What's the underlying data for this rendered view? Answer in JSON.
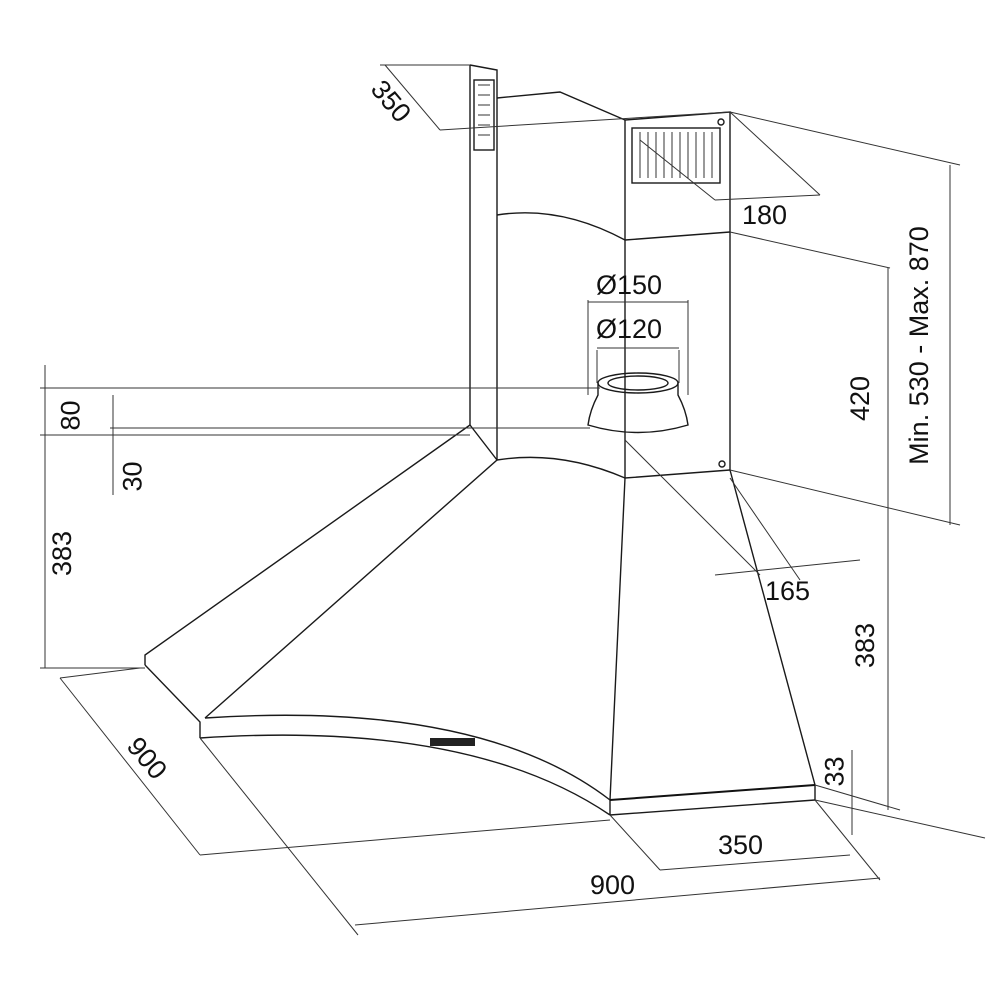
{
  "title": "Range hood dimensions drawing",
  "dimensions": {
    "chimney_depth_top": "350",
    "chimney_width": "180",
    "outlet_outer": "Ø150",
    "outlet_inner": "Ø120",
    "chimney_lower_height": "420",
    "chimney_total_height": "Min. 530 - Max. 870",
    "collar_height": "80",
    "collar_offset": "30",
    "hood_height_left": "383",
    "chimney_offset": "165",
    "hood_height_right": "383",
    "edge_thickness": "33",
    "side_depth": "350",
    "width_front": "900",
    "width_side": "900"
  }
}
